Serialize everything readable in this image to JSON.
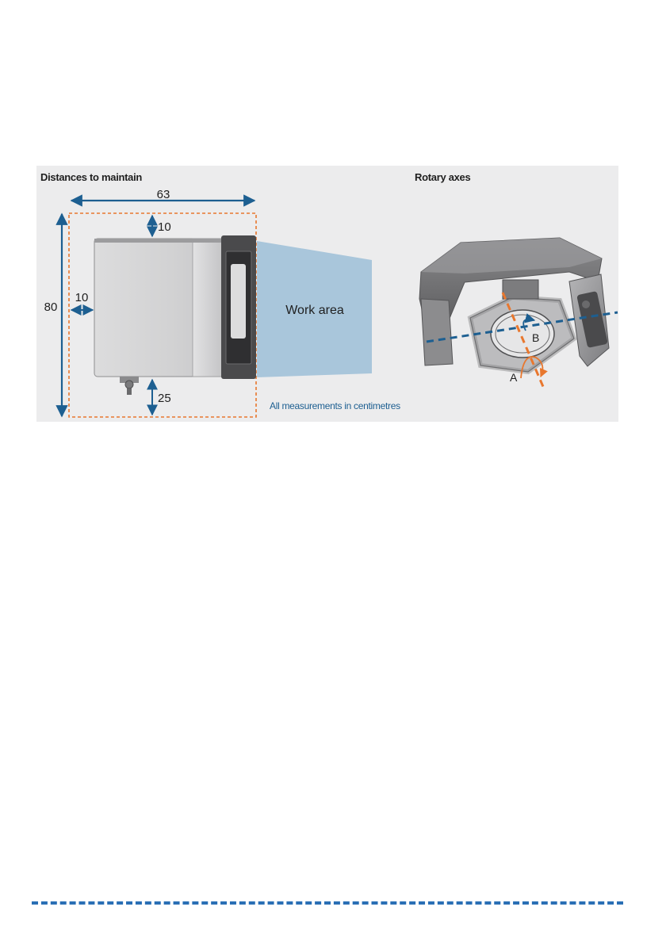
{
  "left_panel": {
    "title": "Distances to maintain",
    "dim_width": "63",
    "dim_height": "80",
    "dim_top": "10",
    "dim_left": "10",
    "dim_bottom": "25",
    "work_area_label": "Work area",
    "measurement_note": "All measurements in centimetres"
  },
  "right_panel": {
    "title": "Rotary axes",
    "axis_a_label": "A",
    "axis_b_label": "B"
  },
  "colors": {
    "panel_bg": "#ececed",
    "dimension_blue": "#1d5f91",
    "clearance_orange": "#e8772e",
    "work_area_blue": "#a9c6db",
    "page_rule_blue": "#2a6fb5"
  }
}
